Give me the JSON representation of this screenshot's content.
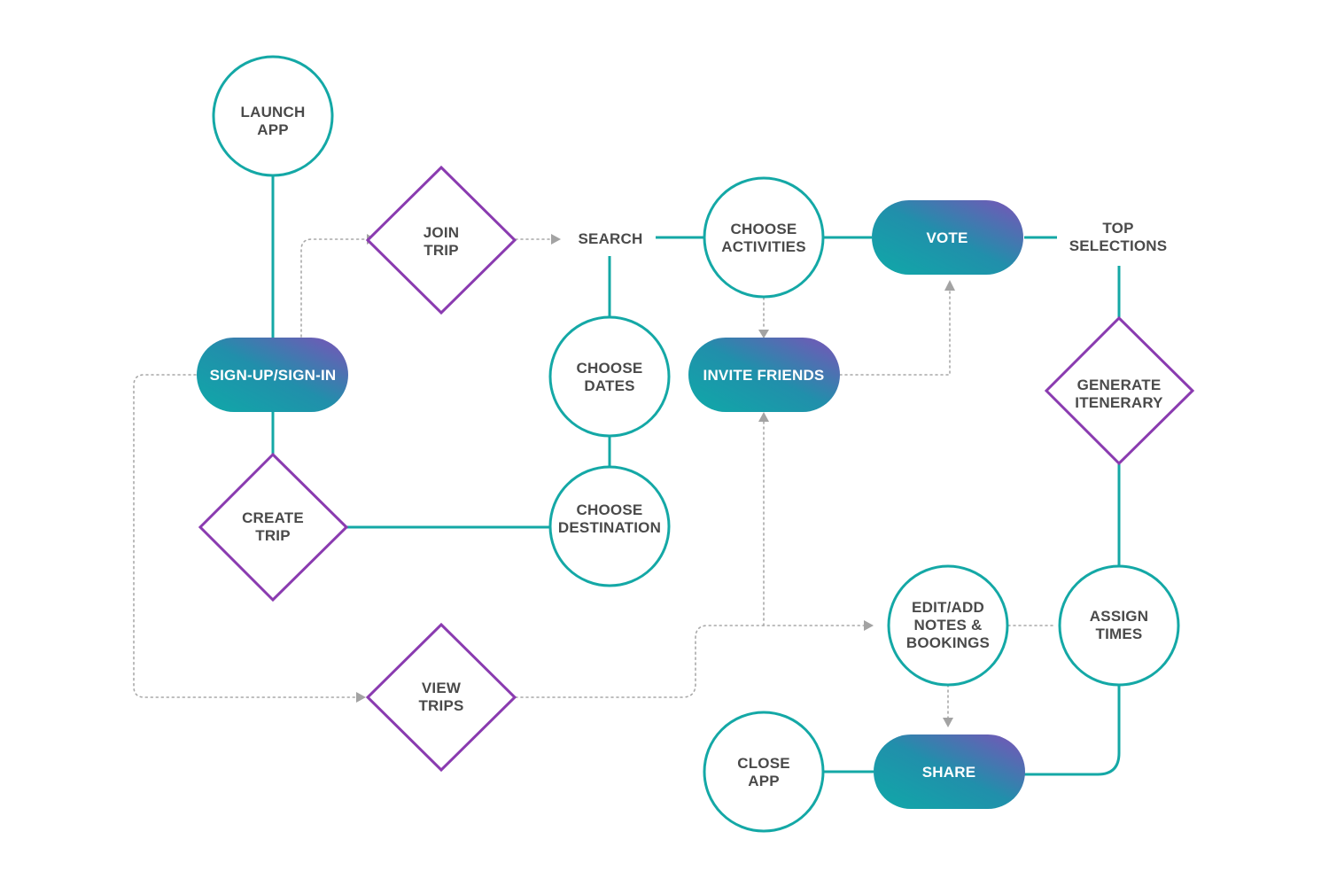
{
  "colors": {
    "teal": "#14a8a6",
    "purple": "#8a3bb0",
    "gradient_start": "#0fa9a8",
    "gradient_end": "#7b52b8",
    "text": "#4a4a4a",
    "dotted_connector": "#a9a9a9"
  },
  "nodes": {
    "launch_app": {
      "shape": "circle",
      "lines": [
        "LAUNCH",
        "APP"
      ]
    },
    "sign_in": {
      "shape": "pill",
      "lines": [
        "SIGN-UP/SIGN-IN"
      ]
    },
    "join_trip": {
      "shape": "diamond",
      "lines": [
        "JOIN",
        "TRIP"
      ]
    },
    "create_trip": {
      "shape": "diamond",
      "lines": [
        "CREATE",
        "TRIP"
      ]
    },
    "view_trips": {
      "shape": "diamond",
      "lines": [
        "VIEW",
        "TRIPS"
      ]
    },
    "search": {
      "shape": "text",
      "lines": [
        "SEARCH"
      ]
    },
    "choose_dates": {
      "shape": "circle",
      "lines": [
        "CHOOSE",
        "DATES"
      ]
    },
    "choose_destination": {
      "shape": "circle",
      "lines": [
        "CHOOSE",
        "DESTINATION"
      ]
    },
    "choose_activities": {
      "shape": "circle",
      "lines": [
        "CHOOSE",
        "ACTIVITIES"
      ]
    },
    "invite_friends": {
      "shape": "pill",
      "lines": [
        "INVITE FRIENDS"
      ]
    },
    "vote": {
      "shape": "pill",
      "lines": [
        "VOTE"
      ]
    },
    "top_selections": {
      "shape": "text",
      "lines": [
        "TOP",
        "SELECTIONS"
      ]
    },
    "generate_itinerary": {
      "shape": "diamond",
      "lines": [
        "GENERATE",
        "ITENERARY"
      ]
    },
    "assign_times": {
      "shape": "circle",
      "lines": [
        "ASSIGN",
        "TIMES"
      ]
    },
    "edit_notes": {
      "shape": "circle",
      "lines": [
        "EDIT/ADD",
        "NOTES &",
        "BOOKINGS"
      ]
    },
    "share": {
      "shape": "pill",
      "lines": [
        "SHARE"
      ]
    },
    "close_app": {
      "shape": "circle",
      "lines": [
        "CLOSE",
        "APP"
      ]
    }
  }
}
